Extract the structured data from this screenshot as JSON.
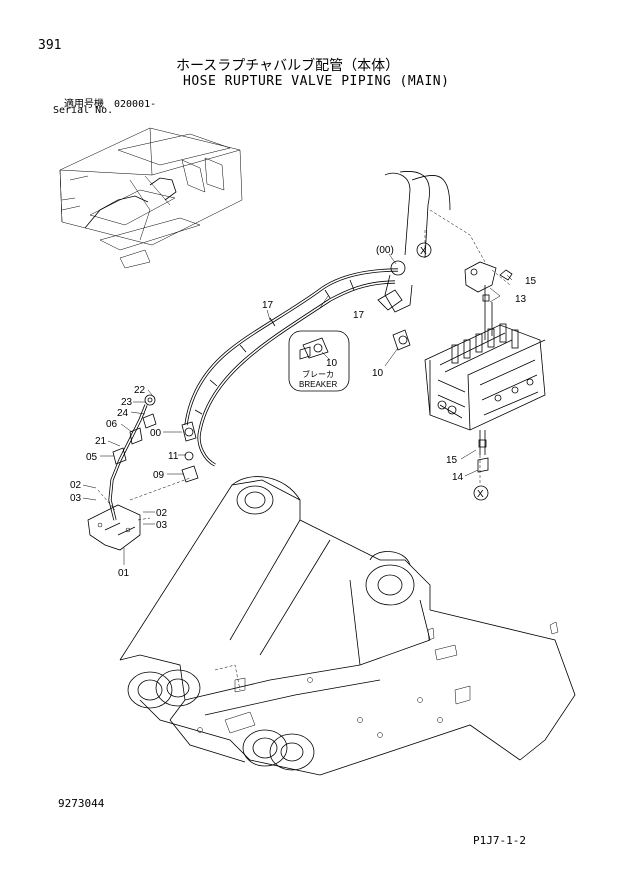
{
  "header": {
    "page_number": "391",
    "title_jp": "ホースラプチャバルブ配管（本体）",
    "title_en": "HOSE RUPTURE VALVE PIPING (MAIN)",
    "serial_label_jp": "適用号機　020001-",
    "serial_label_en": "Serial No."
  },
  "footer": {
    "document_number": "9273044",
    "page_ref": "P1J7-1-2"
  },
  "callouts": {
    "c00_top": "(00)",
    "c15_top": "15",
    "c13": "13",
    "c17_a": "17",
    "c17_b": "17",
    "c10_box": "10",
    "c10": "10",
    "c22": "22",
    "c23": "23",
    "c24": "24",
    "c06": "06",
    "c21": "21",
    "c05": "05",
    "c00_mid": "00",
    "c11": "11",
    "c09": "09",
    "c02_l": "02",
    "c03_l": "03",
    "c02_r": "02",
    "c03_r": "03",
    "c01": "01",
    "c15_bot": "15",
    "c14": "14",
    "x_mark": "X"
  },
  "breaker_box": {
    "label_jp": "ブレーカ",
    "label_en": "BREAKER"
  }
}
